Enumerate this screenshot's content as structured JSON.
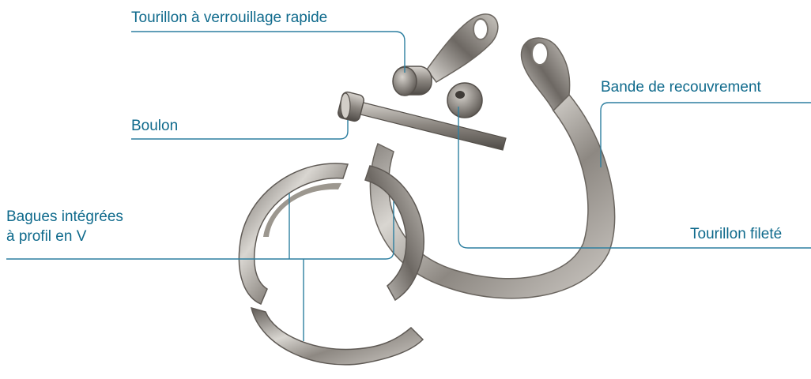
{
  "labels": {
    "quick_lock_trunnion": "Tourillon à verrouillage rapide",
    "bolt": "Boulon",
    "vee_rings_line1": "Bagues intégrées",
    "vee_rings_line2": "à profil en V",
    "band": "Bande de recouvrement",
    "threaded_trunnion": "Tourillon fileté"
  },
  "colors": {
    "label_text": "#0f6a8c",
    "leader_line": "#2d7fa0",
    "metal_dark": "#6f6a64",
    "metal_light": "#e4e1dc"
  }
}
